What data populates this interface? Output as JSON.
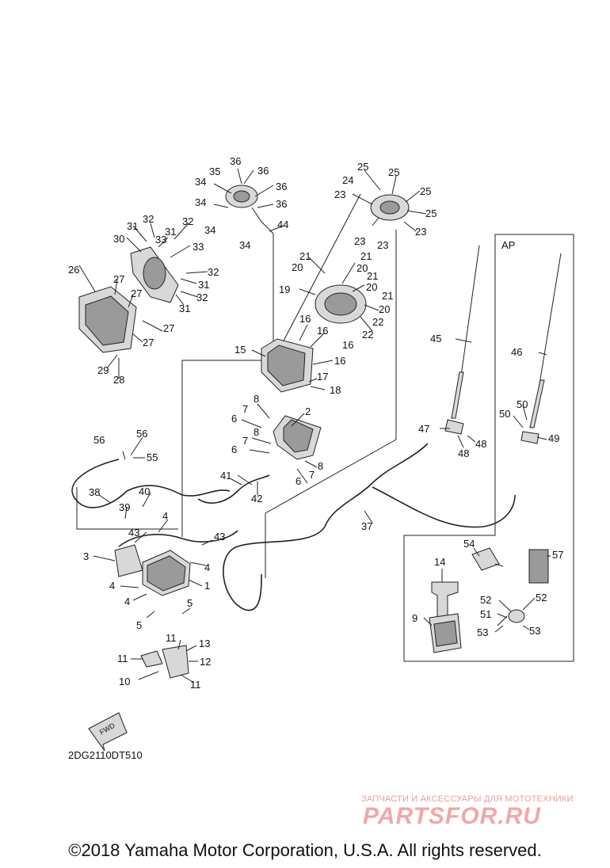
{
  "diagram_code": "2DG2110DT510",
  "box_label": "AP",
  "fwd_label": "FWD",
  "watermark": {
    "tagline": "ЗАПЧАСТИ И АКСЕССУАРЫ ДЛЯ МОТОТЕХНИКИ",
    "logo": "PARTSFOR.RU"
  },
  "copyright": "©2018 Yamaha Motor Corporation, U.S.A. All rights reserved.",
  "callouts": [
    "1",
    "2",
    "3",
    "4",
    "4",
    "4",
    "4",
    "5",
    "5",
    "6",
    "6",
    "6",
    "7",
    "7",
    "7",
    "8",
    "8",
    "8",
    "9",
    "10",
    "11",
    "11",
    "11",
    "12",
    "13",
    "14",
    "15",
    "16",
    "16",
    "16",
    "16",
    "17",
    "18",
    "19",
    "20",
    "20",
    "20",
    "21",
    "21",
    "21",
    "21",
    "22",
    "22",
    "23",
    "23",
    "23",
    "23",
    "23",
    "24",
    "25",
    "25",
    "25",
    "25",
    "26",
    "27",
    "27",
    "27",
    "27",
    "28",
    "29",
    "30",
    "31",
    "31",
    "31",
    "31",
    "32",
    "32",
    "32",
    "32",
    "33",
    "33",
    "34",
    "34",
    "34",
    "34",
    "35",
    "36",
    "36",
    "36",
    "36",
    "37",
    "38",
    "39",
    "40",
    "41",
    "42",
    "43",
    "43",
    "44",
    "45",
    "46",
    "47",
    "48",
    "48",
    "49",
    "50",
    "50",
    "51",
    "52",
    "52",
    "53",
    "53",
    "54",
    "55",
    "56",
    "56",
    "57"
  ]
}
